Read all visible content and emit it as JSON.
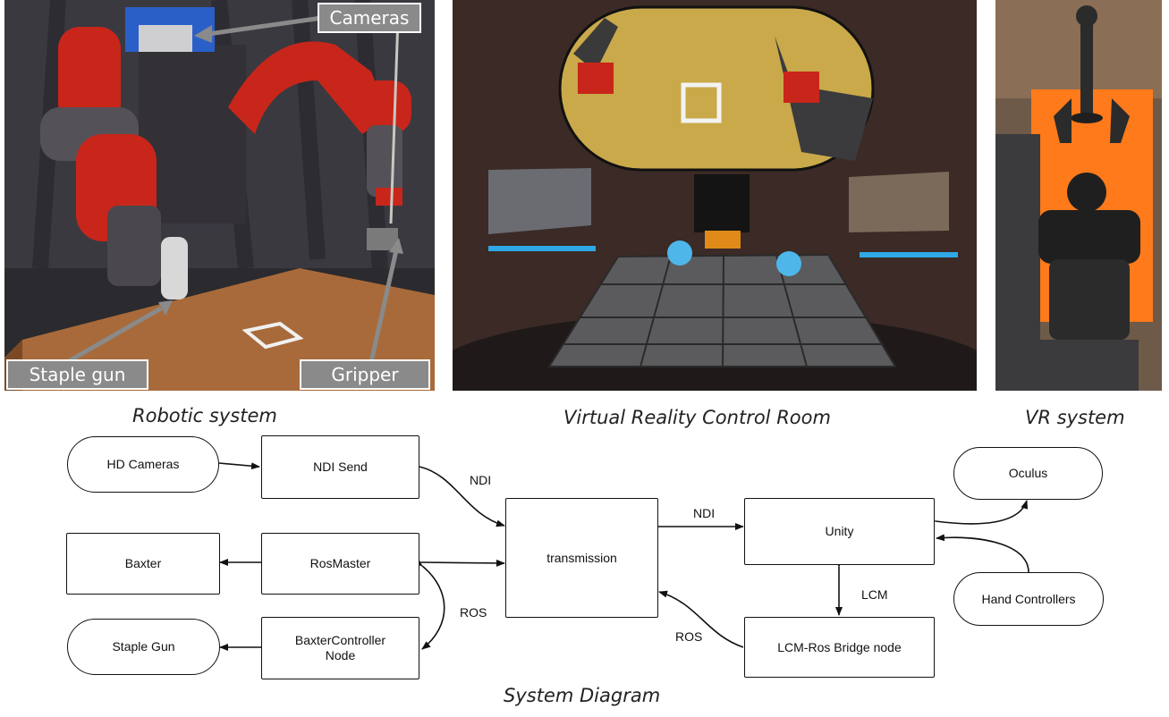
{
  "photos": {
    "robotic": {
      "caption": "Robotic system",
      "callouts": {
        "cameras": "Cameras",
        "staple_gun": "Staple gun",
        "gripper": "Gripper"
      }
    },
    "control_room": {
      "caption": "Virtual Reality Control Room"
    },
    "vr": {
      "caption": "VR system"
    }
  },
  "diagram": {
    "caption": "System Diagram",
    "nodes": {
      "hd_cameras": "HD Cameras",
      "ndi_send": "NDI Send",
      "baxter": "Baxter",
      "rosmaster": "RosMaster",
      "staple_gun": "Staple Gun",
      "baxter_controller": "BaxterController\nNode",
      "transmission": "transmission",
      "unity": "Unity",
      "oculus": "Oculus",
      "hand_controllers": "Hand Controllers",
      "lcm_bridge": "LCM-Ros Bridge node"
    },
    "edge_labels": {
      "ndi_left": "NDI",
      "ndi_right": "NDI",
      "ros_left": "ROS",
      "ros_bottom": "ROS",
      "lcm": "LCM"
    }
  },
  "colors": {
    "robot_red": "#c8261a",
    "table_wood": "#a86a3a",
    "callout_gray": "#8a8a8a",
    "floor_yellow": "#c9a94a",
    "oculus_orange": "#ff7a1a"
  }
}
